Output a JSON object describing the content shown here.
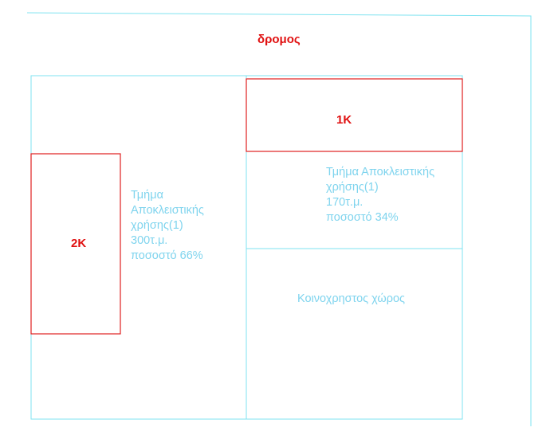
{
  "colors": {
    "outline": "#7fe3f0",
    "boundary": "#e02020",
    "label_red": "#e01010",
    "label_cyan": "#7fd4ee"
  },
  "street": {
    "label": "δρομος"
  },
  "units": {
    "unit_1k": {
      "label": "1Κ"
    },
    "unit_2k": {
      "label": "2Κ"
    }
  },
  "zones": {
    "left_exclusive": {
      "lines": [
        "Τμήμα",
        "Αποκλειστικής",
        "χρήσης(1)",
        "300τ.μ.",
        "ποσοστό 66%"
      ]
    },
    "right_exclusive": {
      "lines": [
        "Τμήμα Αποκλειστικής",
        "χρήσης(1)",
        "170τ.μ.",
        "ποσοστό 34%"
      ]
    },
    "common_area": {
      "label": "Κοινοχρηστος χώρος"
    }
  }
}
